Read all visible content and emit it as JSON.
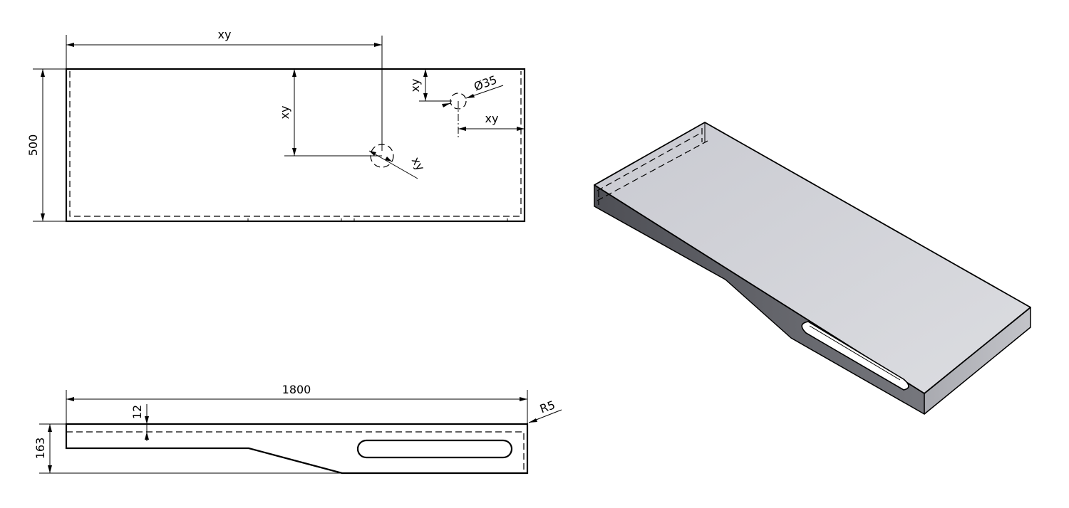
{
  "top_view": {
    "width_dim": "500",
    "sink_x_dim": "xy",
    "sink_y_dim": "xy",
    "sink_dia_dim": "xy",
    "tap_y_dim": "xy",
    "tap_x_dim": "xy",
    "tap_dia_dim": "Ø35"
  },
  "front_view": {
    "length_dim": "1800",
    "height_dim": "163",
    "thickness_dim": "12",
    "radius_dim": "R5"
  },
  "colors": {
    "line": "#000000",
    "face_top": "#d2d3d8",
    "face_side": "#5c5d63",
    "face_end": "#a3a4aa"
  }
}
